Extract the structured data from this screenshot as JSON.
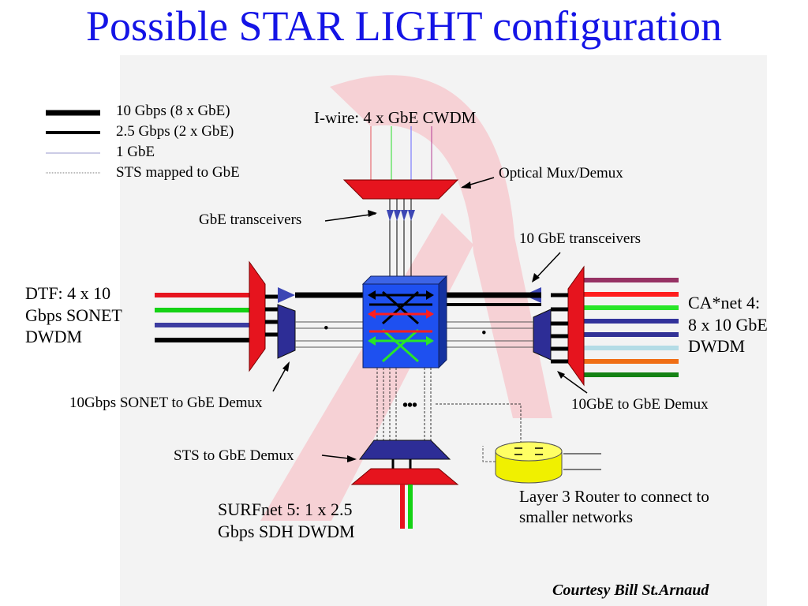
{
  "title": "Possible STAR LIGHT configuration",
  "legend": {
    "items": [
      {
        "label": "10 Gbps (8 x GbE)"
      },
      {
        "label": "2.5 Gbps (2 x GbE)"
      },
      {
        "label": "1 GbE"
      },
      {
        "label": "STS mapped to GbE"
      }
    ]
  },
  "labels": {
    "iwire": "I-wire: 4 x GbE CWDM",
    "optical_mux": "Optical Mux/Demux",
    "gbe_transceivers": "GbE transceivers",
    "ten_gbe_transceivers": "10 GbE transceivers",
    "dtf": "DTF: 4 x 10 Gbps SONET DWDM",
    "dtf_lines": [
      "DTF: 4 x 10",
      "Gbps SONET",
      "DWDM"
    ],
    "canet": [
      "CA*net 4:",
      "8 x 10 GbE",
      "DWDM"
    ],
    "sonet_demux": "10Gbps SONET to GbE Demux",
    "tengbe_demux": "10GbE to GbE Demux",
    "sts_demux": "STS to GbE Demux",
    "surfnet": [
      "SURFnet 5: 1 x 2.5",
      "Gbps SDH DWDM"
    ],
    "router": [
      "Layer 3 Router to connect to",
      "smaller networks"
    ],
    "ellipsis": "•••",
    "dot": "•",
    "courtesy": "Courtesy Bill St.Arnaud"
  },
  "colors": {
    "title": "#1414e6",
    "mux_red": "#e6141e",
    "demux_blue": "#23238c",
    "switch_blue": "#1e50f0",
    "router_yellow": "#ffff3c",
    "lambda_pink": "#f5c8cd",
    "dtf_fibers": [
      "#e6141e",
      "#14d214",
      "#3c3ca0",
      "#000000"
    ],
    "canet_fibers": [
      "#963264",
      "#ff1e1e",
      "#28e628",
      "#32329b",
      "#323296",
      "#b4dce6",
      "#f06e14",
      "#148214"
    ],
    "iwire_fibers": [
      "#e6505a",
      "#28dc28",
      "#6464ff",
      "#b43c96"
    ],
    "surfnet_fibers": [
      "#e6141e",
      "#14d214"
    ]
  }
}
